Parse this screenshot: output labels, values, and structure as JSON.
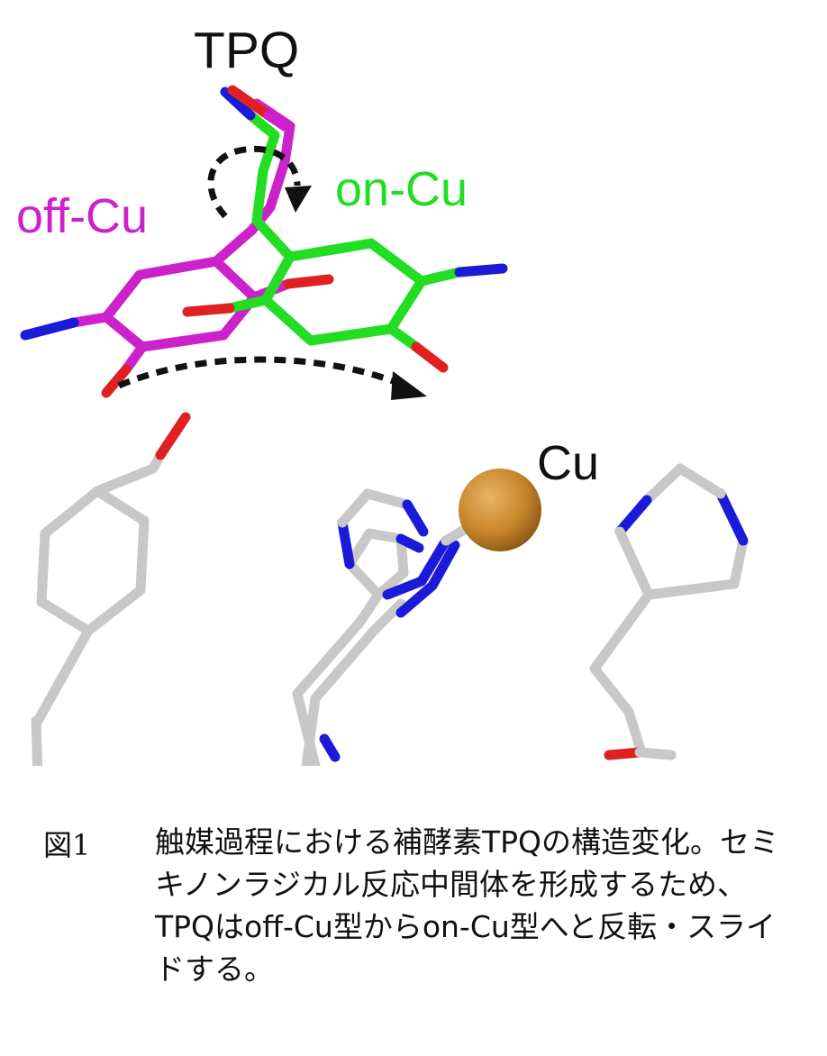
{
  "labels": {
    "tpq": "TPQ",
    "on_cu": "on-Cu",
    "off_cu": "off-Cu",
    "cu": "Cu"
  },
  "colors": {
    "on_cu": "#22dd22",
    "off_cu": "#cc22cc",
    "residue": "#c8c8c8",
    "nitrogen": "#1a1ad8",
    "oxygen": "#e02020",
    "copper": "#c8862a",
    "arrow": "#111111"
  },
  "caption": {
    "figure_number": "図1",
    "text": "触媒過程における補酵素TPQの構造変化。セミキノンラジカル反応中間体を形成するため、TPQはoff-Cu型からon-Cu型へと反転・スライドする。"
  }
}
